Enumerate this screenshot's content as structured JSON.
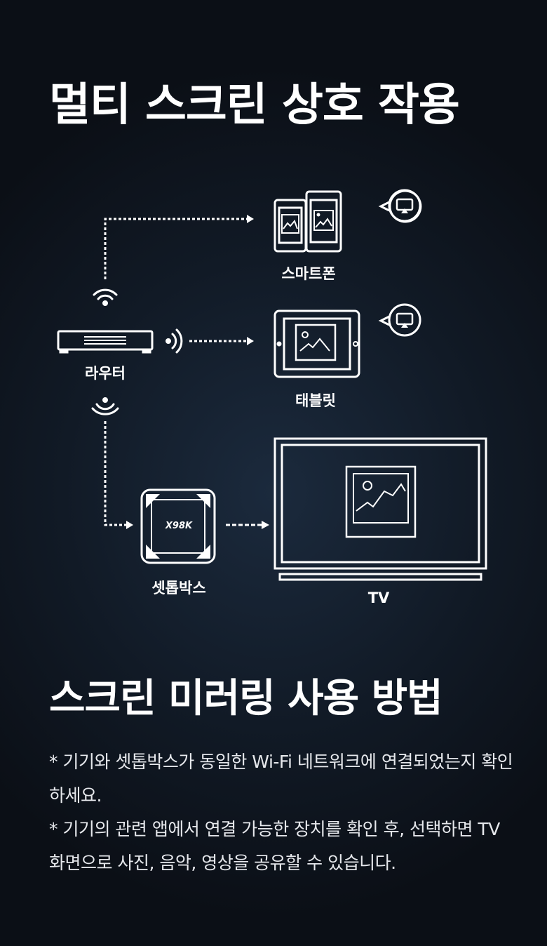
{
  "title_top": "멀티 스크린 상호 작용",
  "diagram": {
    "smartphone_label": "스마트폰",
    "router_label": "라우터",
    "tablet_label": "태블릿",
    "settopbox_label": "셋톱박스",
    "settopbox_brand": "X98K",
    "tv_label": "TV"
  },
  "title_bottom": "스크린 미러링 사용 방법",
  "notes": [
    "* 기기와 셋톱박스가 동일한 Wi-Fi 네트워크에 연결되었는지 확인하세요.",
    "*  기기의 관련 앱에서 연결 가능한 장치를 확인 후, 선택하면 TV 화면으로 사진, 음악, 영상을 공유할 수 있습니다."
  ],
  "colors": {
    "background": "#111a26",
    "foreground": "#ffffff"
  }
}
